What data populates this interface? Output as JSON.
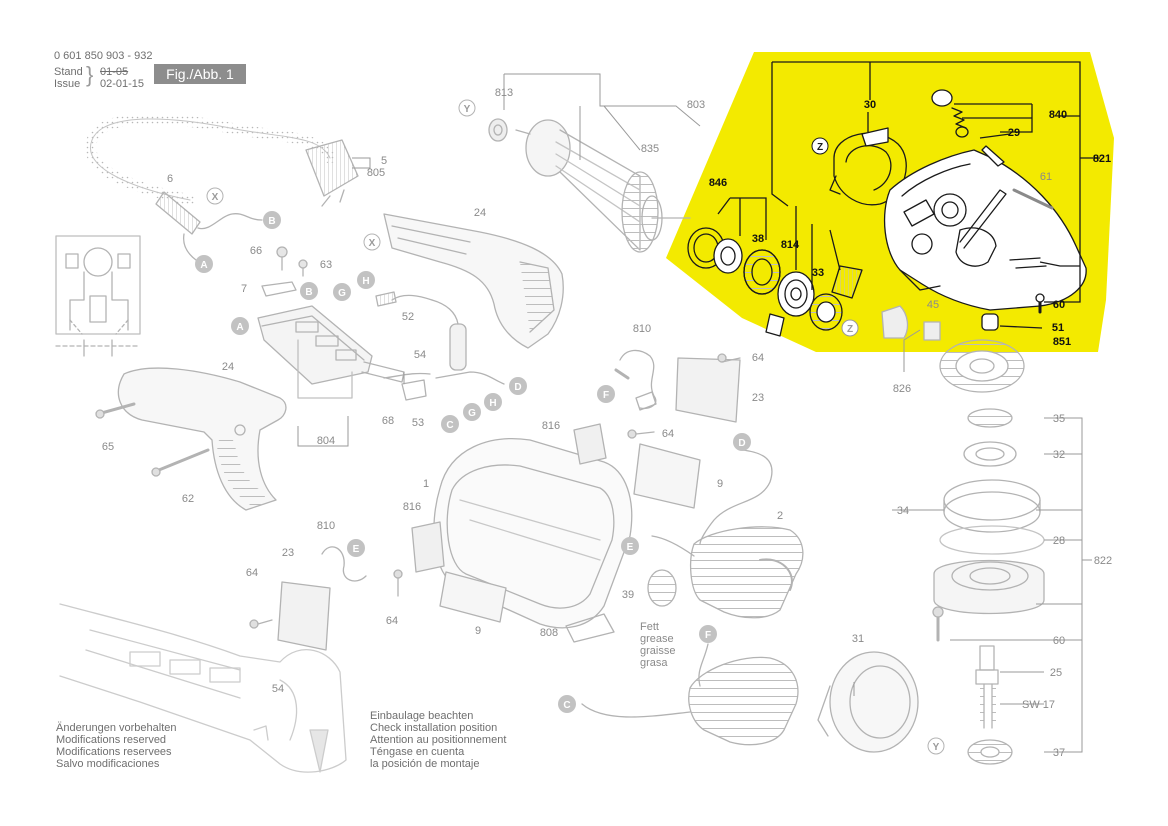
{
  "header": {
    "part_no": "0 601 850 903 - 932",
    "stand_label": "Stand",
    "issue_label": "Issue",
    "old_date": "01-05",
    "new_date": "02-01-15",
    "fig_label": "Fig./Abb. 1"
  },
  "notes_left": [
    "Änderungen vorbehalten",
    "Modifications reserved",
    "Modifications reservees",
    "Salvo modificaciones"
  ],
  "notes_right": [
    "Einbaulage beachten",
    "Check installation position",
    "Attention au positionnement",
    "Téngase en cuenta",
    "la posición de montaje"
  ],
  "grease": [
    "Fett",
    "grease",
    "graisse",
    "grasa"
  ],
  "swrench": "SW 17",
  "colors": {
    "highlight": "#f3ea00",
    "linework": "#b3b3b3",
    "highlight_linework": "#1a1a1a",
    "badge": "#c2c2c2"
  },
  "part_numbers": [
    "1",
    "2",
    "5",
    "6",
    "7",
    "9",
    "23",
    "24",
    "25",
    "28",
    "29",
    "30",
    "31",
    "32",
    "33",
    "34",
    "35",
    "37",
    "38",
    "39",
    "45",
    "51",
    "52",
    "53",
    "54",
    "60",
    "61",
    "62",
    "63",
    "64",
    "65",
    "66",
    "68",
    "803",
    "804",
    "805",
    "808",
    "810",
    "813",
    "814",
    "816",
    "821",
    "822",
    "826",
    "835",
    "840",
    "846",
    "851"
  ],
  "connectors": [
    "A",
    "B",
    "C",
    "D",
    "E",
    "F",
    "G",
    "H",
    "X",
    "Y",
    "Z"
  ]
}
